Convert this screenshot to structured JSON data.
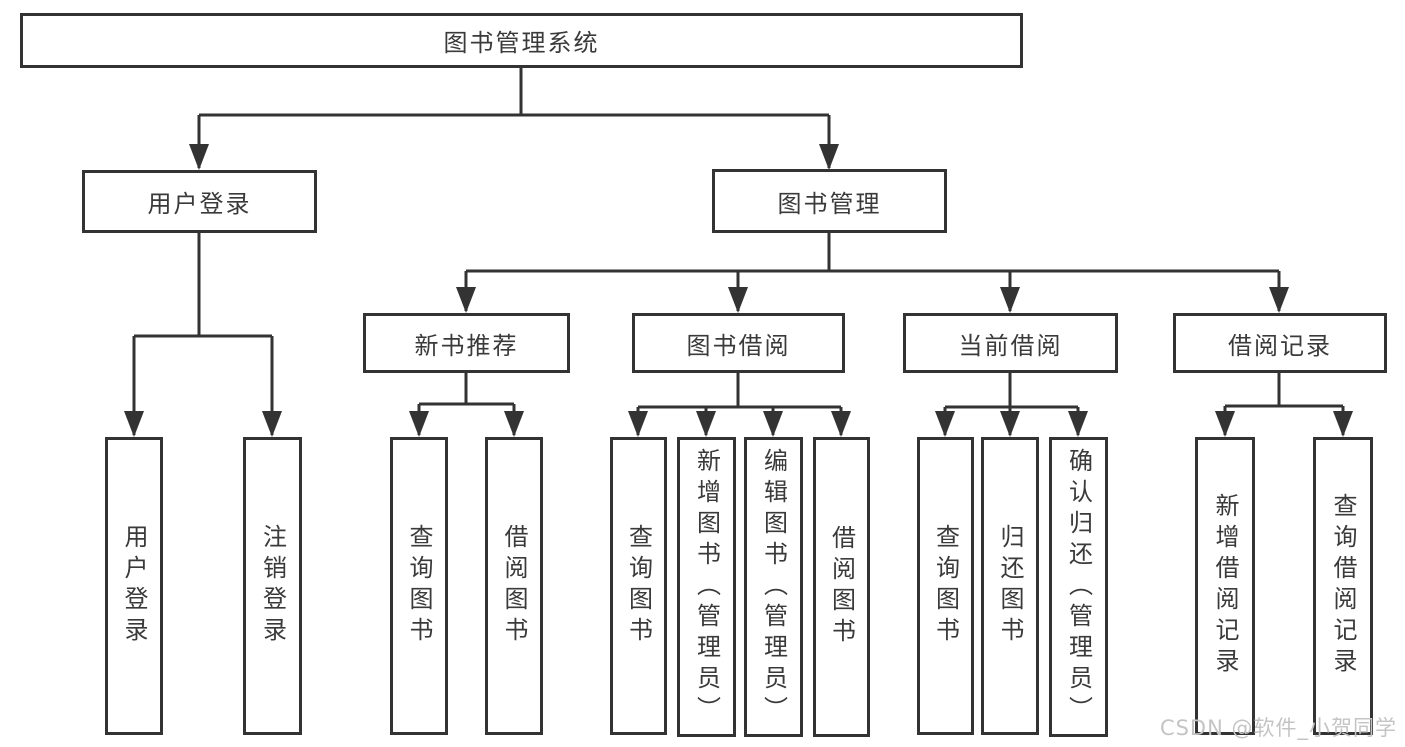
{
  "tree": {
    "label": "图书管理系统",
    "children": [
      {
        "label": "用户登录",
        "children": [
          {
            "label": "用户登录"
          },
          {
            "label": "注销登录"
          }
        ]
      },
      {
        "label": "图书管理",
        "children": [
          {
            "label": "新书推荐",
            "children": [
              {
                "label": "查询图书"
              },
              {
                "label": "借阅图书"
              }
            ]
          },
          {
            "label": "图书借阅",
            "children": [
              {
                "label": "查询图书"
              },
              {
                "label": "新增图书（管理员）"
              },
              {
                "label": "编辑图书（管理员）"
              },
              {
                "label": "借阅图书"
              }
            ]
          },
          {
            "label": "当前借阅",
            "children": [
              {
                "label": "查询图书"
              },
              {
                "label": "归还图书"
              },
              {
                "label": "确认归还（管理员）"
              }
            ]
          },
          {
            "label": "借阅记录",
            "children": [
              {
                "label": "新增借阅记录"
              },
              {
                "label": "查询借阅记录"
              }
            ]
          }
        ]
      }
    ]
  },
  "watermark": "CSDN @软件_小贺同学",
  "colors": {
    "line": "#333333",
    "text": "#3a3a3a",
    "watermark": "#c4c4c4",
    "background": "#ffffff"
  }
}
